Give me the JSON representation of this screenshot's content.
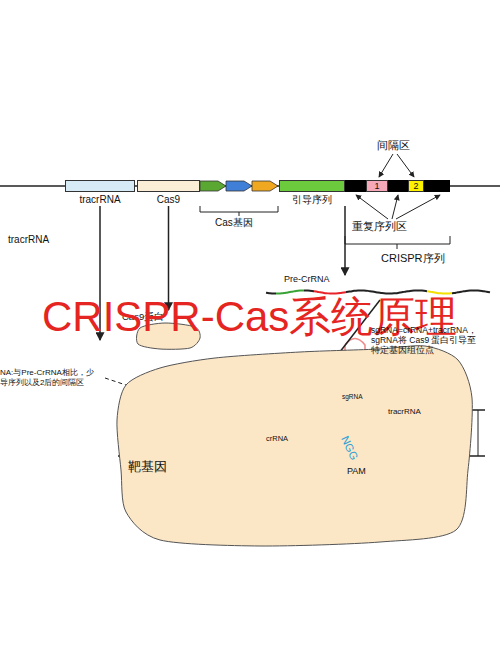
{
  "diagram": {
    "title": "CRISPR-Cas系统原理",
    "nodes": [
      {
        "text": [
          "tracrRNA"
        ]
      },
      {
        "text": [
          "Cas9"
        ]
      },
      {
        "text": [
          "引导序列"
        ]
      },
      {
        "text": [
          "1"
        ]
      },
      {
        "text": [
          "2"
        ]
      },
      {
        "text": [
          "Pre-CrRNA"
        ]
      },
      {
        "text": [
          "Cas9蛋白"
        ]
      },
      {
        "text": [
          "靶基因"
        ]
      }
    ],
    "edges": [
      {
        "from": 0,
        "to": 7,
        "arrow": "to"
      },
      {
        "from": 1,
        "to": 6,
        "arrow": "to"
      },
      {
        "from": 2,
        "to": 5,
        "arrow": "to"
      }
    ],
    "labels": [
      "间隔区",
      "Cas基因",
      "重复序列区",
      "CRISPR序列",
      "tracrRNA",
      "sgRNA=crRNA+tracrRNA， sgRNA将 Cas9 蛋白引导至 特定基因组位点",
      "NA:与Pre-CrRNA相比，少 导序列以及2后的间隔区",
      "sgRNA",
      "tracrRNA",
      "crRNA",
      "NGG",
      "PAM"
    ]
  }
}
